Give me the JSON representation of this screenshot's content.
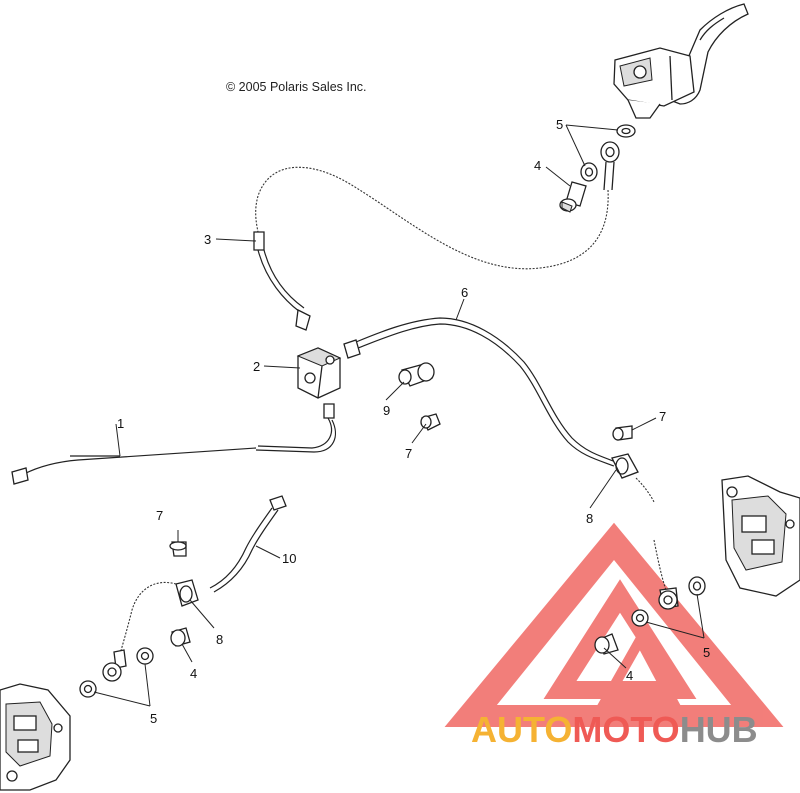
{
  "copyright": "© 2005 Polaris Sales Inc.",
  "callouts": {
    "c1": "1",
    "c2": "2",
    "c3": "3",
    "c4_top": "4",
    "c5_top": "5",
    "c6": "6",
    "c7_right": "7",
    "c7_mid": "7",
    "c7_left": "7",
    "c8_right": "8",
    "c8_left": "8",
    "c9": "9",
    "c10": "10",
    "c4_left": "4",
    "c5_left": "5",
    "c4_right": "4",
    "c5_right": "5"
  },
  "watermark": {
    "part1": "AUTO",
    "part2": "MOTO",
    "part3": "HUB",
    "color_orange": "#f5b233",
    "color_red": "#ef5a55",
    "color_gray": "#8c8c8c"
  }
}
